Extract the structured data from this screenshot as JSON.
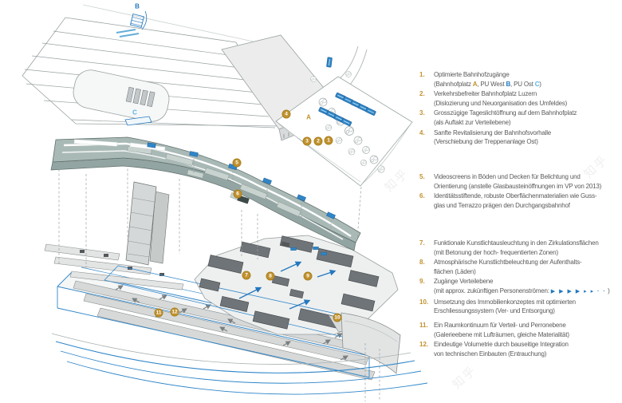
{
  "colors": {
    "gold": "#C2922F",
    "blue": "#2478BE",
    "cyan": "#56B6E7",
    "text": "#5A5A5C",
    "screen_blue": "#2F86C8",
    "slab_teal": "#A9B9B6"
  },
  "watermark": {
    "text": "知乎"
  },
  "diagram": {
    "markers": [
      "1",
      "2",
      "3",
      "4",
      "5",
      "6",
      "7",
      "8",
      "9",
      "10",
      "11",
      "12"
    ],
    "letters": {
      "a": "A",
      "b": "B",
      "c": "C"
    }
  },
  "annotations": {
    "groups": [
      [
        {
          "n": "1.",
          "l1": [
            "Optimierte Bahnhofzugänge"
          ],
          "l2": [
            "(Bahnhofplatz ",
            {
              "t": "A",
              "c": "gold"
            },
            ", PU West ",
            {
              "t": "B",
              "c": "blue"
            },
            ", PU Ost ",
            {
              "t": "C",
              "c": "cyan"
            },
            ")"
          ]
        },
        {
          "n": "2.",
          "l1": [
            "Verkehrsbefreiter Bahnhofplatz Luzern"
          ],
          "l2": [
            "(Dislozierung und Neuorganisation des Umfeldes)"
          ]
        },
        {
          "n": "3.",
          "l1": [
            "Grosszügige Tageslichtöffnung auf dem Bahnhofplatz"
          ],
          "l2": [
            "(als Auftakt zur Verteilebene)"
          ]
        },
        {
          "n": "4.",
          "l1": [
            "Sanfte Revitalisierung der Bahnhofsvorhalle"
          ],
          "l2": [
            "(Verschiebung der Treppenanlage Ost)"
          ]
        }
      ],
      [
        {
          "n": "5.",
          "l1": [
            "Videoscreens in Böden und Decken für Belichtung und"
          ],
          "l2": [
            "Orientierung (anstelle Glasbausteinöffnungen im VP von 2013)"
          ]
        },
        {
          "n": "6.",
          "l1": [
            "Identitätsstiftende, robuste Oberflächenmaterialien wie Guss-"
          ],
          "l2": [
            "glas und Terrazzo prägen den Durchgangsbahnhof"
          ]
        }
      ],
      [
        {
          "n": "7.",
          "l1": [
            "Funktionale Kunstlichtausleuchtung in den Zirkulationsflächen"
          ],
          "l2": [
            "(mit Betonung der hoch- frequentierten Zonen)"
          ]
        },
        {
          "n": "8.",
          "l1": [
            "Atmosphärische Kunstlichtbeleuchtung der Aufenthalts-"
          ],
          "l2": [
            "flächen (Läden)"
          ]
        },
        {
          "n": "9.",
          "l1": [
            "Zugänge Verteilebene"
          ],
          "l2": [
            "(mit approx. zukünftigen Personenströmen: ",
            {
              "t": "▶ ▶ ▶ ▶ ▸ ▸ · ·",
              "c": "blue",
              "f": true
            },
            " )"
          ]
        },
        {
          "n": "10.",
          "l1": [
            "Umsetzung des Immobilienkonzeptes mit optimierten"
          ],
          "l2": [
            "Erschliessungssystem (Ver- und Entsorgung)"
          ]
        }
      ],
      [
        {
          "n": "11.",
          "l1": [
            "Ein Raumkontinuum für Verteil- und Perronebene"
          ],
          "l2": [
            "(Galerieebene mit Lufträumen, gleiche Materialität)"
          ]
        },
        {
          "n": "12.",
          "l1": [
            "Eindeutige Volumetrie durch bauseitige Integration"
          ],
          "l2": [
            "von technischen Einbauten (Entrauchung)"
          ]
        }
      ]
    ]
  }
}
